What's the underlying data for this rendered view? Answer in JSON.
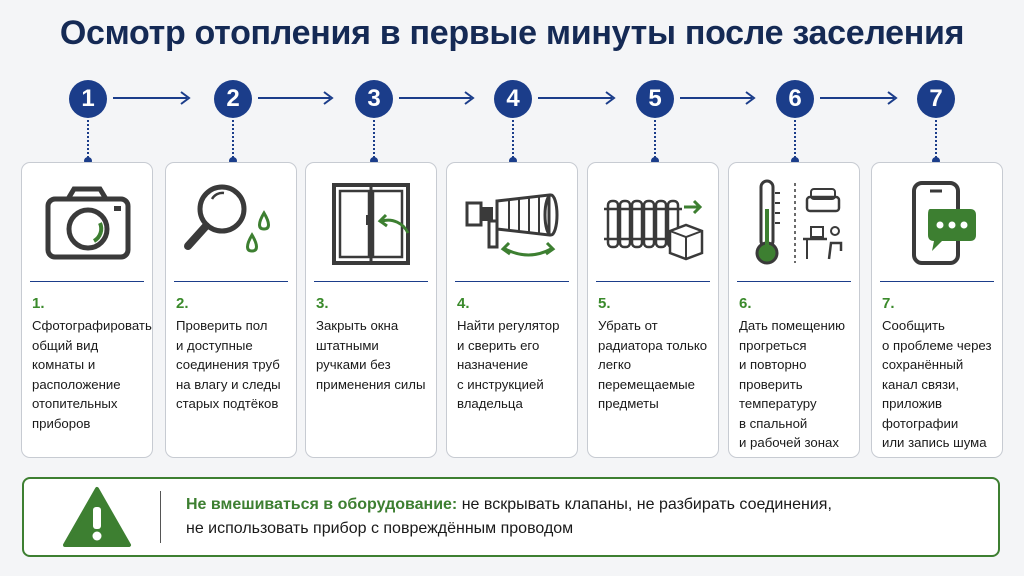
{
  "title": "Осмотр отопления в первые минуты после заселения",
  "colors": {
    "navy": "#1b3d8a",
    "green": "#3d7f31",
    "title": "#152a55"
  },
  "steps": [
    {
      "number": "1",
      "label": "1.",
      "icon": "camera-icon",
      "text": "Сфотографировать\nобщий вид\nкомнаты и\nрасположение\nотопительных\nприборов"
    },
    {
      "number": "2",
      "label": "2.",
      "icon": "magnifier-water-drops-icon",
      "text": "Проверить пол\nи доступные\nсоединения труб\nна влагу и следы\nстарых подтёков"
    },
    {
      "number": "3",
      "label": "3.",
      "icon": "window-close-icon",
      "text": "Закрыть окна\nштатными\nручками без\nприменения силы"
    },
    {
      "number": "4",
      "label": "4.",
      "icon": "thermostatic-regulator-icon",
      "text": "Найти регулятор\nи сверить его\nназначение\nс инструкцией\nвладельца"
    },
    {
      "number": "5",
      "label": "5.",
      "icon": "radiator-box-icon",
      "text": "Убрать от\nрадиатора только\nлегко\nперемещаемые\nпредметы"
    },
    {
      "number": "6",
      "label": "6.",
      "icon": "thermometer-rooms-icon",
      "text": "Дать помещению\nпрогреться\nи повторно\nпроверить\nтемпературу\nв спальной\nи рабочей зонах"
    },
    {
      "number": "7",
      "label": "7.",
      "icon": "phone-message-icon",
      "text": "Сообщить\nо проблеме через\nсохранённый\nканал связи,\nприложив\nфотографии\nили запись шума"
    }
  ],
  "warning": {
    "icon": "warning-icon",
    "lead": "Не вмешиваться в оборудование:",
    "text": " не вскрывать клапаны, не разбирать соединения,",
    "text2": "не использовать прибор с повреждённым проводом"
  }
}
